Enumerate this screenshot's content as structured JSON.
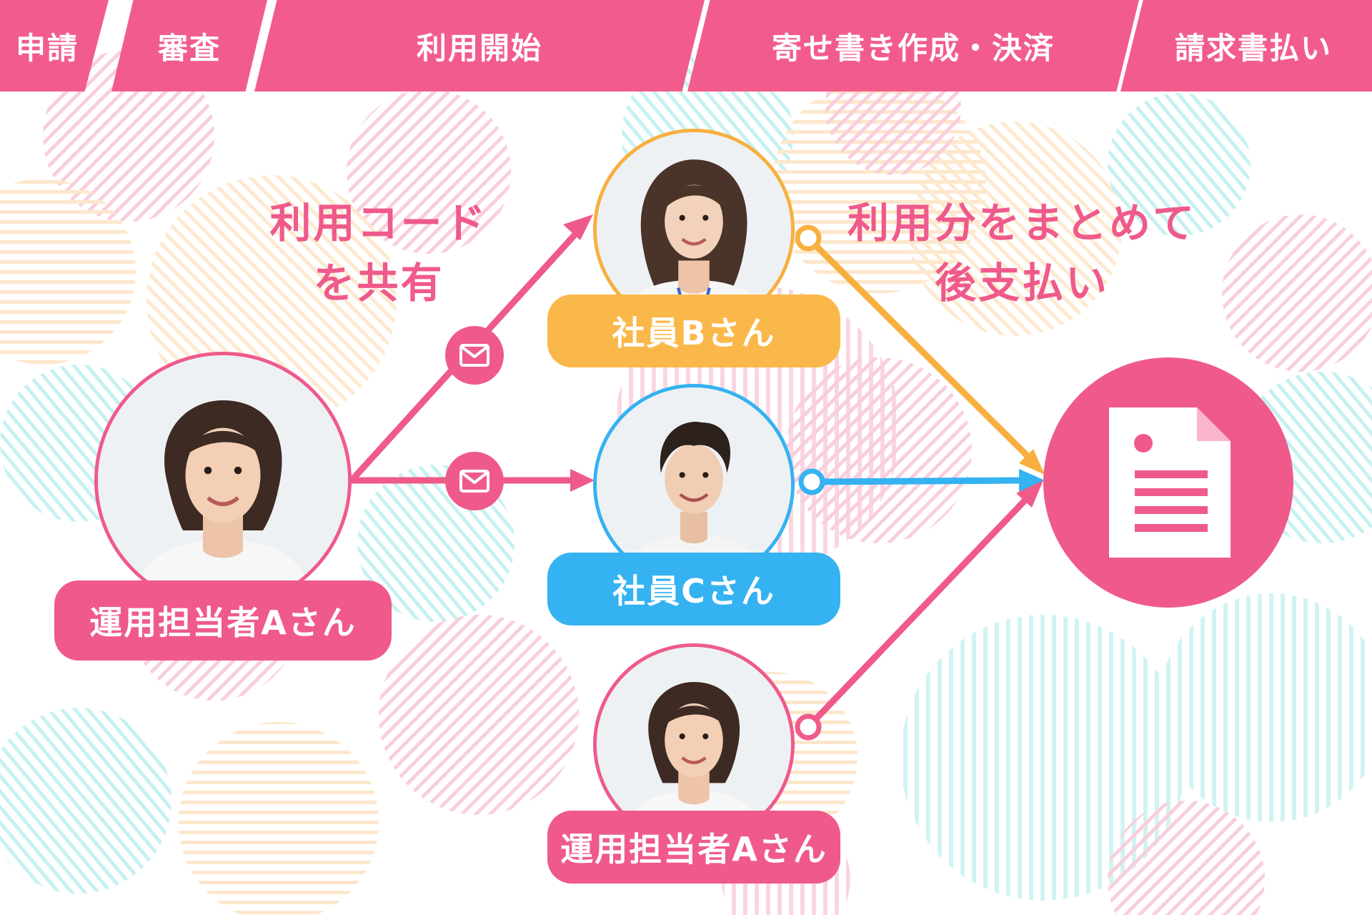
{
  "steps": [
    {
      "label": "申請"
    },
    {
      "label": "審査"
    },
    {
      "label": "利用開始"
    },
    {
      "label": "寄せ書き作成・決済"
    },
    {
      "label": "請求書払い"
    }
  ],
  "captions": {
    "share_line1": "利用コード",
    "share_line2": "を共有",
    "pay_line1": "利用分をまとめて",
    "pay_line2": "後支払い"
  },
  "people": {
    "admin_label": "運用担当者Aさん",
    "employee_b_label": "社員Bさん",
    "employee_c_label": "社員Cさん",
    "admin_bottom_label": "運用担当者Aさん"
  },
  "icons": {
    "mail": "mail-icon",
    "invoice": "document-icon"
  },
  "colors": {
    "pink": "#ef5a8b",
    "orange": "#f7b03f",
    "blue": "#35b2f1",
    "white": "#ffffff"
  }
}
